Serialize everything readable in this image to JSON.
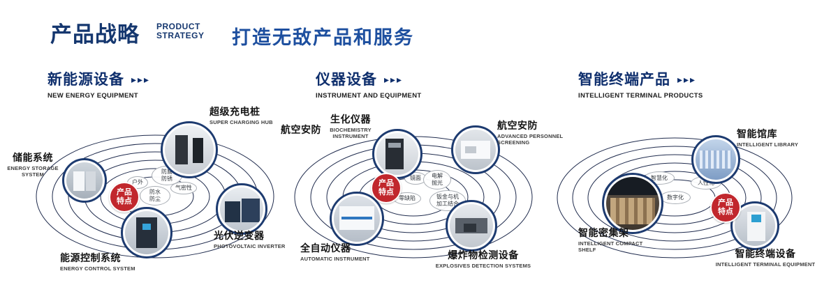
{
  "header": {
    "title": "产品战略",
    "subtitle1": "PRODUCT",
    "subtitle2": "STRATEGY",
    "tagline": "打造无敌产品和服务",
    "arrows": "▸▸▸"
  },
  "sections": [
    {
      "title": "新能源设备",
      "en": "NEW ENERGY EQUIPMENT",
      "badge": "产品特点",
      "tags": [
        "防腐防锈",
        "户外",
        "气密性",
        "防水防尘"
      ],
      "items": [
        {
          "name": "超级充电桩",
          "en": "SUPER CHARGING HUB"
        },
        {
          "name": "储能系统",
          "en": "ENERGY STORAGE SYSTEM"
        },
        {
          "name": "光伏逆变器",
          "en": "PHOTOVOLTAIC INVERTER"
        },
        {
          "name": "能源控制系统",
          "en": "ENERGY CONTROL SYSTEM"
        }
      ]
    },
    {
      "title": "仪器设备",
      "en": "INSTRUMENT AND EQUIPMENT",
      "badge": "产品特点",
      "extra_label": "航空安防",
      "tags": [
        "镜面",
        "电解抛光",
        "零缺陷",
        "钣金与机加工结合"
      ],
      "items": [
        {
          "name": "生化仪器",
          "en": "BIOCHEMISTRY INSTRUMENT"
        },
        {
          "name": "航空安防",
          "en": "ADVANCED PERSONNEL SCREENING"
        },
        {
          "name": "全自动仪器",
          "en": "AUTOMATIC INSTRUMENT"
        },
        {
          "name": "爆炸物检测设备",
          "en": "EXPLOSIVES DETECTION SYSTEMS"
        }
      ]
    },
    {
      "title": "智能终端产品",
      "en": "INTELLIGENT TERMINAL PRODUCTS",
      "badge": "产品特点",
      "tags": [
        "智慧化",
        "人性化",
        "数字化"
      ],
      "items": [
        {
          "name": "智能馆库",
          "en": "INTELLIGENT LIBRARY"
        },
        {
          "name": "智能密集架",
          "en": "INTELLIGENT COMPACT SHELF"
        },
        {
          "name": "智能终端设备",
          "en": "INTELLIGENT TERMINAL EQUIPMENT"
        }
      ]
    }
  ]
}
